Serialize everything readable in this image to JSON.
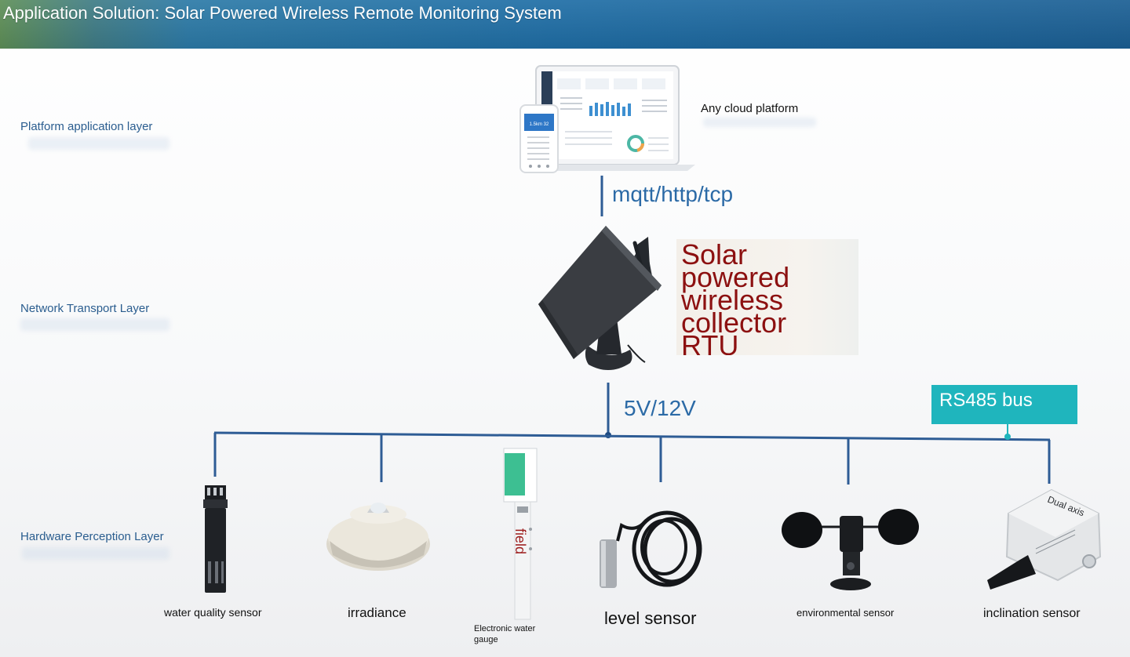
{
  "header": {
    "title": "Application Solution: Solar Powered Wireless Remote Monitoring System"
  },
  "layers": {
    "platform": "Platform application layer",
    "network": "Network Transport Layer",
    "hardware": "Hardware Perception Layer"
  },
  "cloud": {
    "label": "Any cloud platform",
    "phone_value": "1.5km 32"
  },
  "protocol": "mqtt/http/tcp",
  "rtu": {
    "label": "Solar\npowered\nwireless\ncollector\nRTU"
  },
  "voltage": "5V/12V",
  "bus": {
    "label": "RS485 bus"
  },
  "sensors": {
    "water_quality": "water quality sensor",
    "irradiance": "irradiance",
    "water_gauge": "Electronic water gauge",
    "water_gauge_sticker": "field",
    "level": "level sensor",
    "environmental": "environmental sensor",
    "inclination": "inclination sensor",
    "inclination_marking": "Dual axis"
  },
  "colors": {
    "bus_line": "#2e5c95",
    "label_blue": "#2a5d8f",
    "rtu_red": "#8c1010",
    "rs485_bg": "#1fb5bd"
  }
}
